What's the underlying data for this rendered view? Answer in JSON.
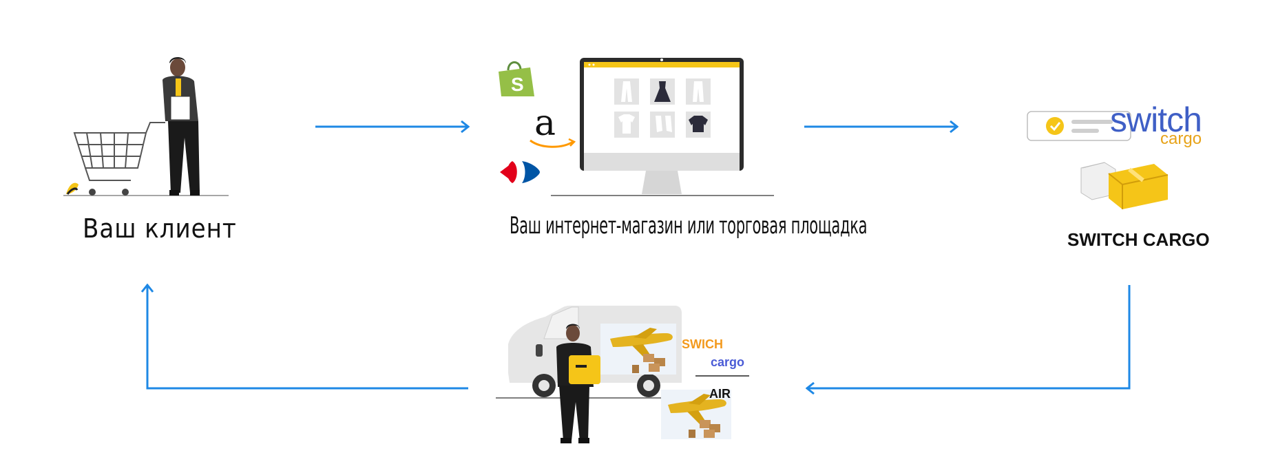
{
  "nodes": {
    "client": {
      "label": "Ваш клиент"
    },
    "shop": {
      "label": "Ваш интернет-магазин или торговая площадка"
    },
    "cargo": {
      "label": "SWITCH CARGO",
      "logo_word_1": "switch",
      "logo_word_2": "cargo"
    },
    "delivery": {
      "line_1": "SWICH",
      "line_2": "cargo",
      "line_3": "AIR"
    }
  },
  "colors": {
    "arrow": "#1e88e5",
    "accent_yellow": "#f5c518",
    "swich_orange": "#f39a1e",
    "cargo_blue": "#4a5bd6",
    "switch_logo_blue": "#3f5fc6"
  },
  "icons": {
    "client": "person-with-shopping-cart-icon",
    "shopify": "shopify-bag-icon",
    "amazon": "amazon-logo-icon",
    "carrefour": "carrefour-logo-icon",
    "monitor": "online-store-monitor-icon",
    "cargo_boxes": "cargo-boxes-icon",
    "van": "delivery-van-icon",
    "plane": "airplane-icon"
  }
}
